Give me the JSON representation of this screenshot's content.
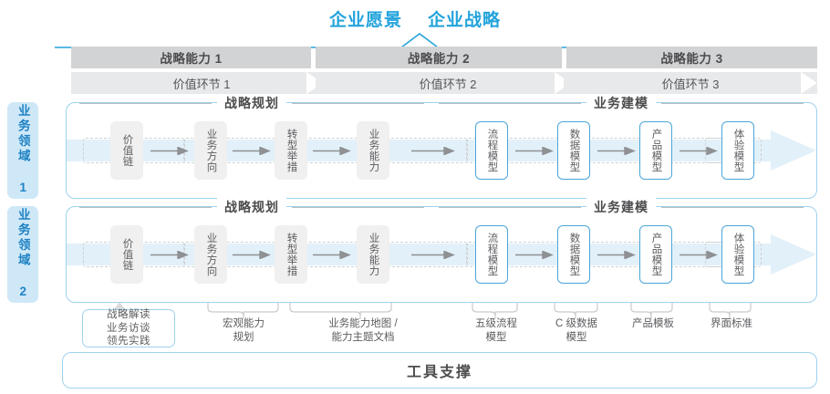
{
  "vision": {
    "words": [
      "企业愿景",
      "企业战略"
    ],
    "accent_color": "#22A3DC"
  },
  "capability_band": {
    "cells": [
      "战略能力 1",
      "战略能力 2",
      "战略能力 3"
    ],
    "bg_color": "#d2d3d4"
  },
  "value_link_band": {
    "cells": [
      "价值环节 1",
      "价值环节 2",
      "价值环节 3"
    ],
    "bg_color": "#e8e9ea"
  },
  "domains": [
    {
      "tag": "业务领域 1",
      "groups": [
        {
          "title": "战略规划",
          "style": "gray"
        },
        {
          "title": "业务建模",
          "style": "blue"
        }
      ],
      "nodes": [
        {
          "label": "价值链",
          "style": "gray"
        },
        {
          "label": "业务方向",
          "style": "gray"
        },
        {
          "label": "转型举措",
          "style": "gray"
        },
        {
          "label": "业务能力",
          "style": "gray"
        },
        {
          "label": "流程模型",
          "style": "blue"
        },
        {
          "label": "数据模型",
          "style": "blue"
        },
        {
          "label": "产品模型",
          "style": "blue"
        },
        {
          "label": "体验模型",
          "style": "blue"
        }
      ]
    },
    {
      "tag": "业务领域 2",
      "groups": [
        {
          "title": "战略规划",
          "style": "gray"
        },
        {
          "title": "业务建模",
          "style": "blue"
        }
      ],
      "nodes": [
        {
          "label": "价值链",
          "style": "gray"
        },
        {
          "label": "业务方向",
          "style": "gray"
        },
        {
          "label": "转型举措",
          "style": "gray"
        },
        {
          "label": "业务能力",
          "style": "gray"
        },
        {
          "label": "流程模型",
          "style": "blue"
        },
        {
          "label": "数据模型",
          "style": "blue"
        },
        {
          "label": "产品模型",
          "style": "blue"
        },
        {
          "label": "体验模型",
          "style": "blue"
        }
      ]
    }
  ],
  "strategy_note": {
    "lines": [
      "战略解读",
      "业务访谈",
      "领先实践"
    ]
  },
  "captions": [
    {
      "line1": "宏观能力",
      "line2": "规划"
    },
    {
      "line1": "业务能力地图 /",
      "line2": "能力主题文档"
    },
    {
      "line1": "五级流程",
      "line2": "模型"
    },
    {
      "line1": "C 级数据",
      "line2": "模型"
    },
    {
      "line1": "产品模板",
      "line2": ""
    },
    {
      "line1": "界面标准",
      "line2": ""
    }
  ],
  "tool_support": {
    "title": "工具支撑"
  },
  "colors": {
    "blue_border": "#9ed2ee",
    "node_blue": "#4aa6d8",
    "node_gray": "#f0f0f0",
    "text": "#5c5d60",
    "tag_bg": "#cfe8f7",
    "tag_text": "#2083c4"
  }
}
